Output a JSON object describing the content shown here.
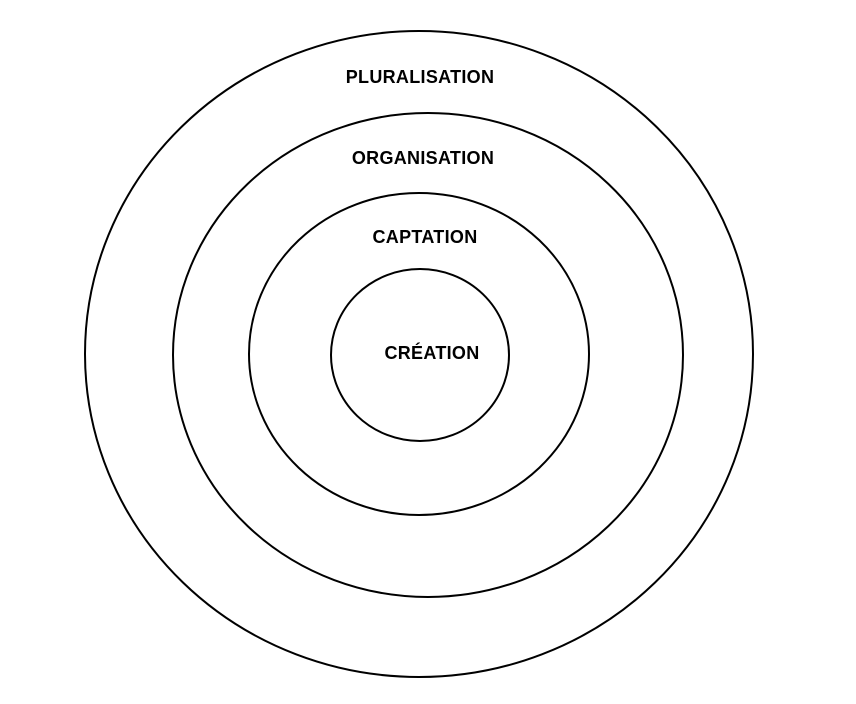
{
  "rings": [
    {
      "id": "pluralisation",
      "label": "PLURALISATION"
    },
    {
      "id": "organisation",
      "label": "ORGANISATION"
    },
    {
      "id": "captation",
      "label": "CAPTATION"
    },
    {
      "id": "creation",
      "label": "CRÉATION"
    }
  ],
  "colors": {
    "stroke": "#000000",
    "background": "#ffffff",
    "text": "#000000"
  }
}
